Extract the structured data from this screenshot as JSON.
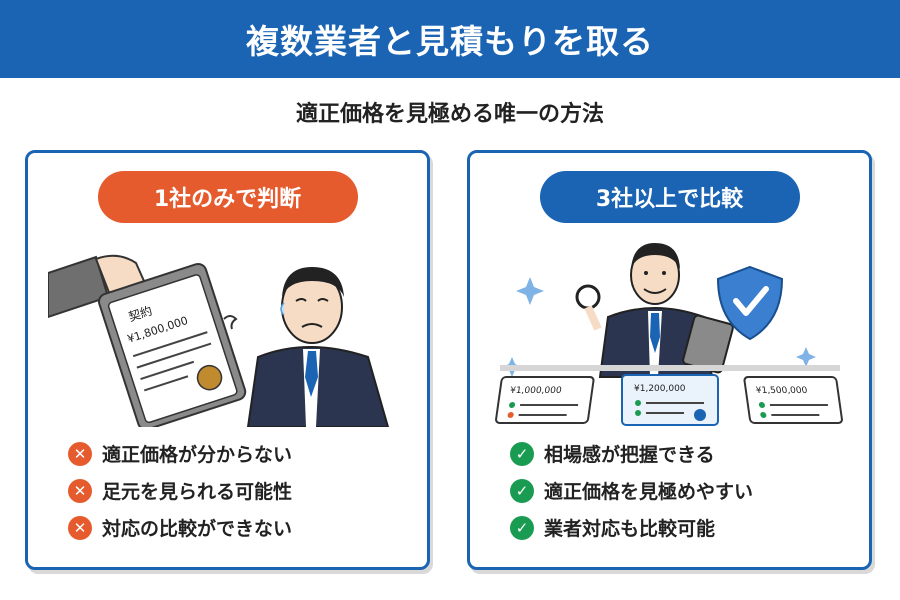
{
  "header": {
    "title": "複数業者と見積もりを取る"
  },
  "subtitle": "適正価格を見極める唯一の方法",
  "colors": {
    "brand_blue": "#1a64b3",
    "warning_orange": "#e55b2d",
    "ok_green": "#1a9b52"
  },
  "left_panel": {
    "label": "1社のみで判断",
    "contract_text": "契約",
    "contract_price": "¥1,800,000",
    "items": [
      "適正価格が分からない",
      "足元を見られる可能性",
      "対応の比較ができない"
    ],
    "mark_icon": "cross-icon"
  },
  "right_panel": {
    "label": "3社以上で比較",
    "quote_prices": [
      "¥1,000,000",
      "¥1,200,000",
      "¥1,500,000"
    ],
    "items": [
      "相場感が把握できる",
      "適正価格を見極めやすい",
      "業者対応も比較可能"
    ],
    "mark_icon": "check-icon"
  }
}
